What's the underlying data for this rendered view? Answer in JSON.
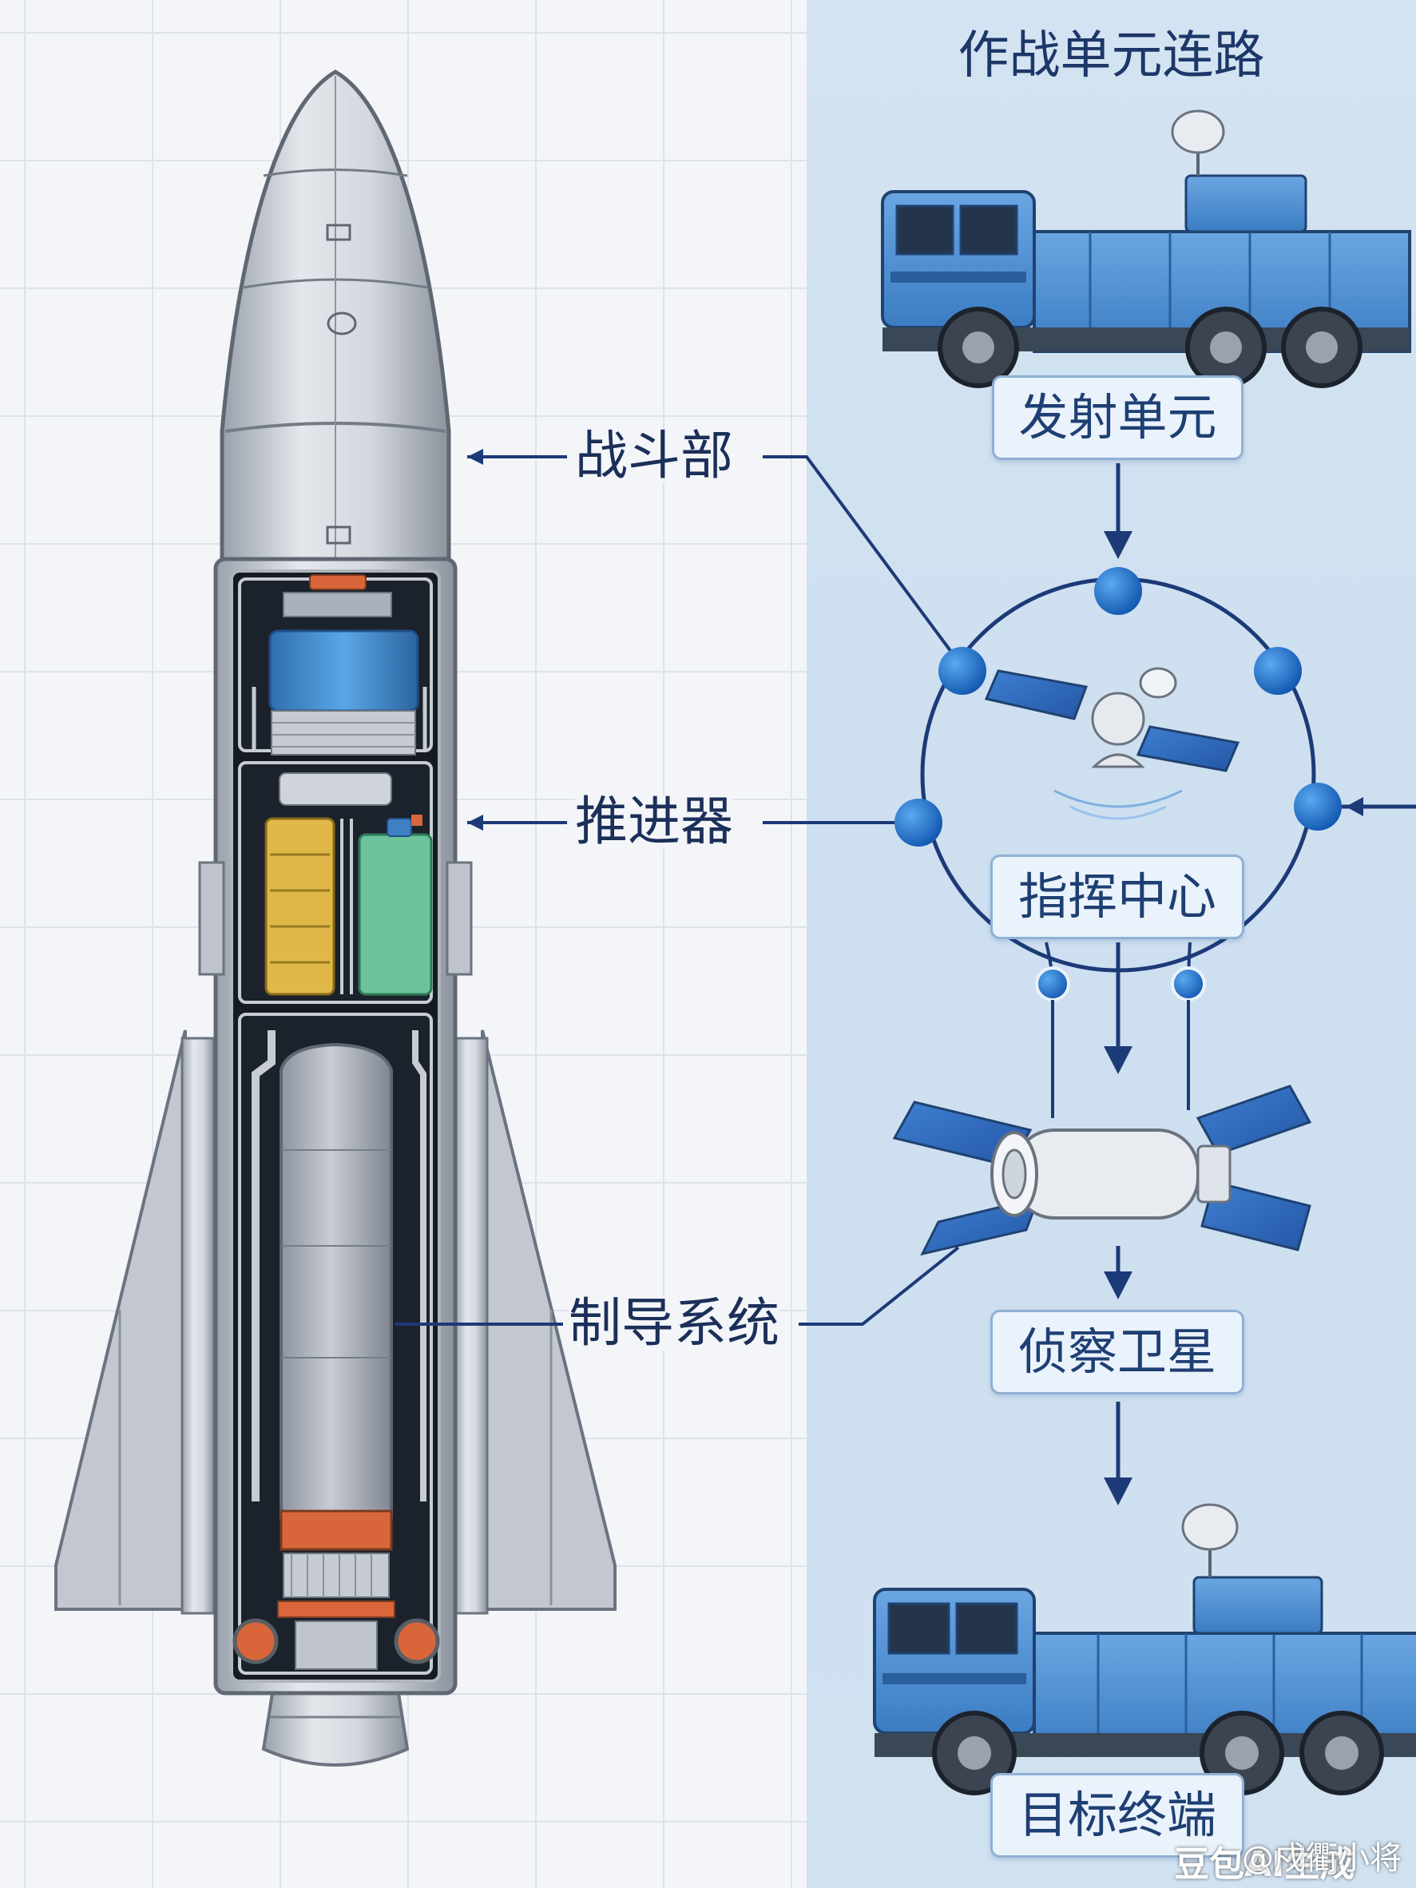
{
  "callouts": {
    "warhead": "战斗部",
    "propulsion": "推进器",
    "guidance": "制导系统"
  },
  "panel": {
    "title": "作战单元连路",
    "nodes": {
      "launch": "发射单元",
      "command": "指挥中心",
      "recon": "侦察卫星",
      "target": "目标终端"
    }
  },
  "watermark": {
    "brand": "豆包AI生成",
    "author": "@戍衢小将"
  },
  "colors": {
    "line": "#1d3a78",
    "node": "#1a6fd0",
    "truck": "#4a8fd6",
    "missile_body": "#c9ced6",
    "warhead_module": "#3f8fd0",
    "fuel_tank": "#e0b84a",
    "battery": "#6cc29a",
    "motor_band": "#d9663a"
  }
}
